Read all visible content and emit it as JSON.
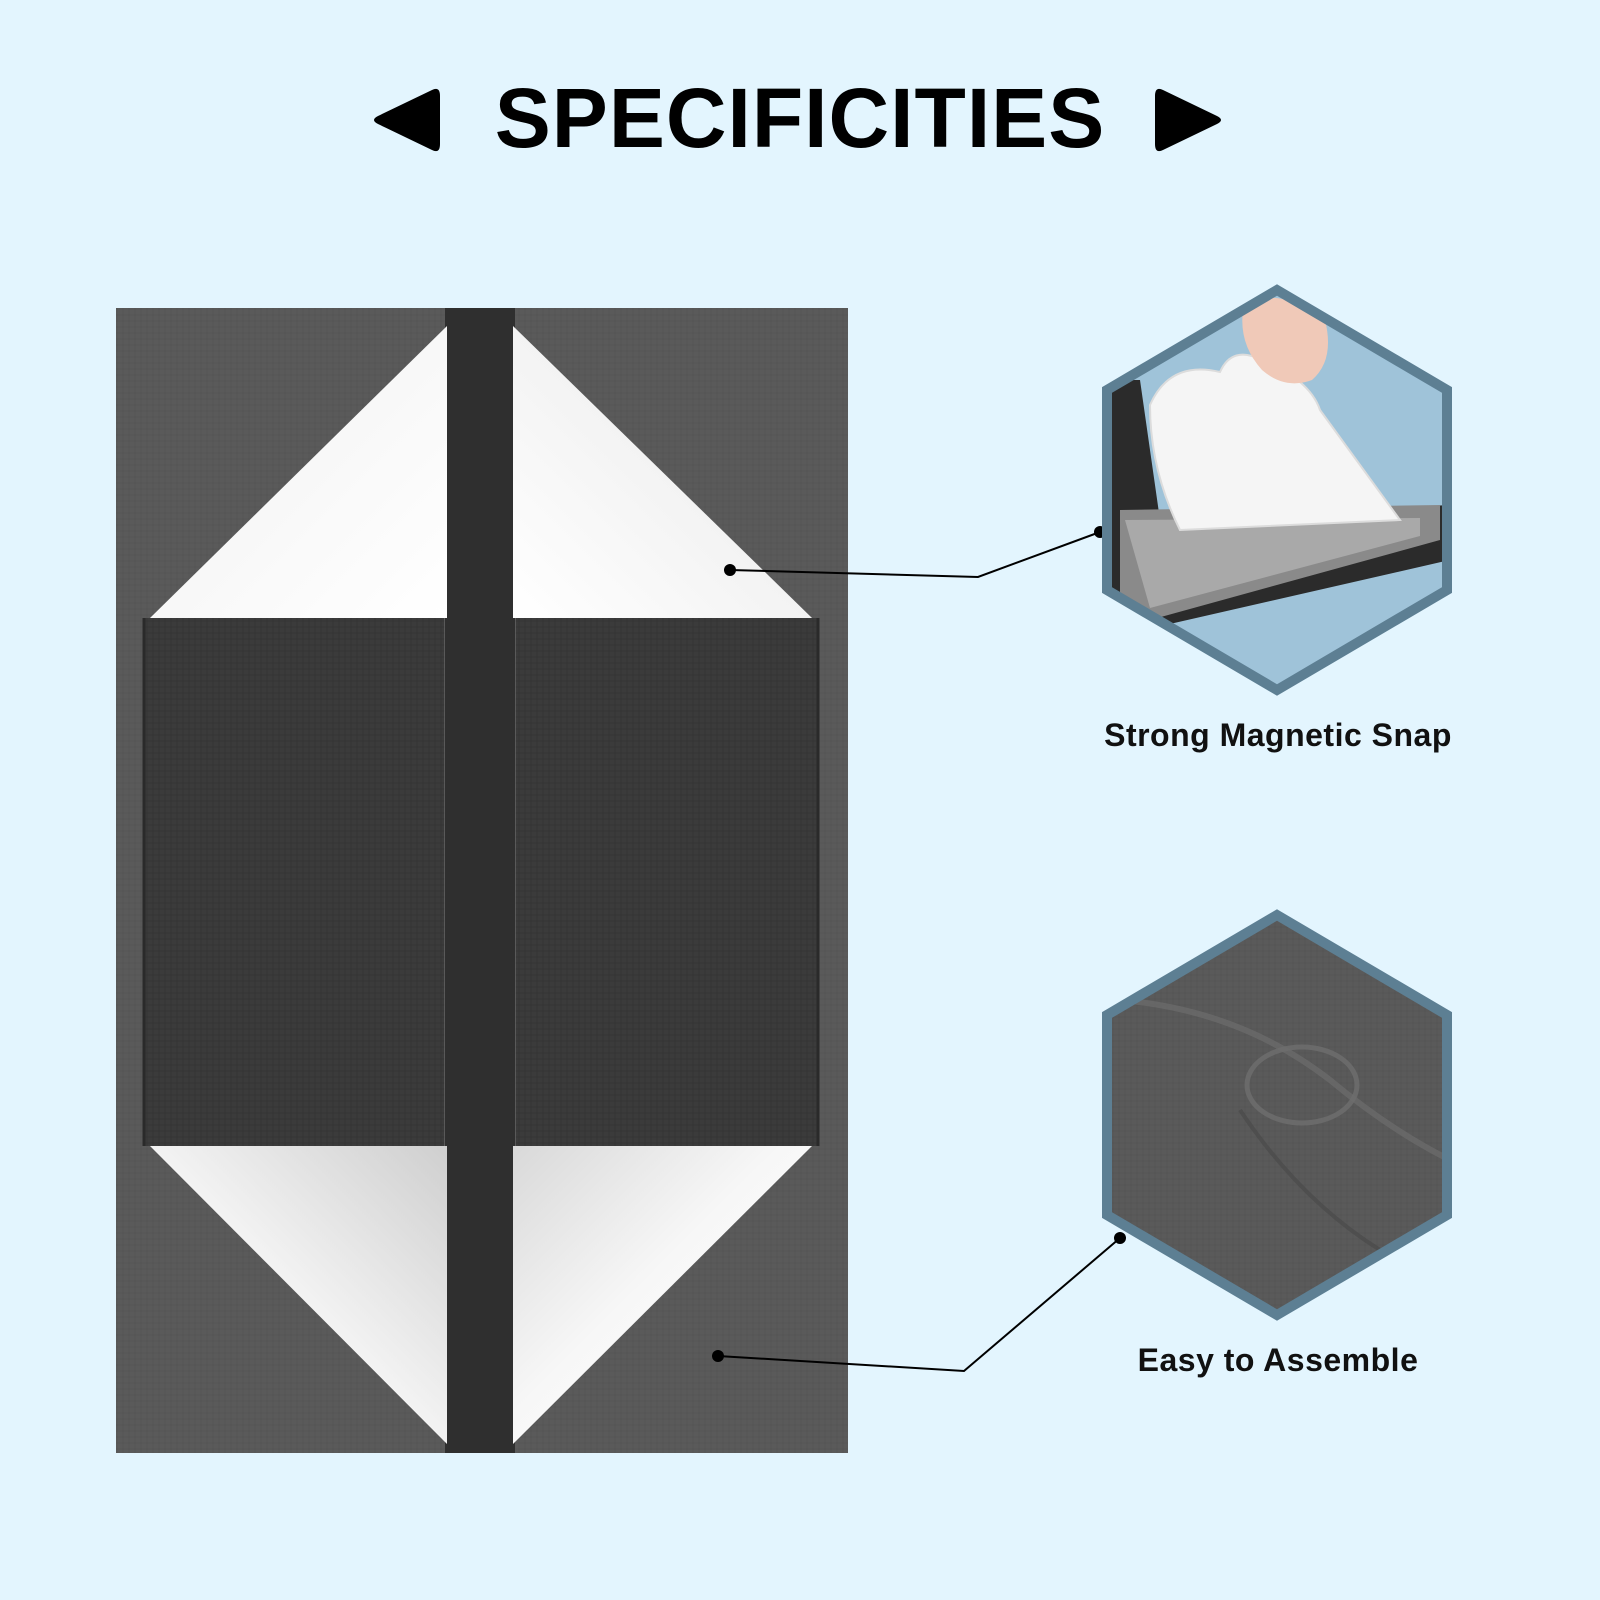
{
  "heading": {
    "title": "SPECIFICITIES",
    "left_icon": "triangle-left-icon",
    "right_icon": "triangle-right-icon"
  },
  "callouts": [
    {
      "label": "Strong Magnetic Snap",
      "image": "magnetic-sticker-closeup"
    },
    {
      "label": "Easy to Assemble",
      "image": "fabric-texture-closeup"
    }
  ],
  "colors": {
    "background": "#e3f5fe",
    "heading_text": "#000000",
    "box_outer": "#555555",
    "box_inner": "#3a3a3a",
    "flap_white": "#f4f4f4",
    "hexagon_border": "#5d7f93",
    "hexagon_bg_top": "#9fc3d9"
  }
}
